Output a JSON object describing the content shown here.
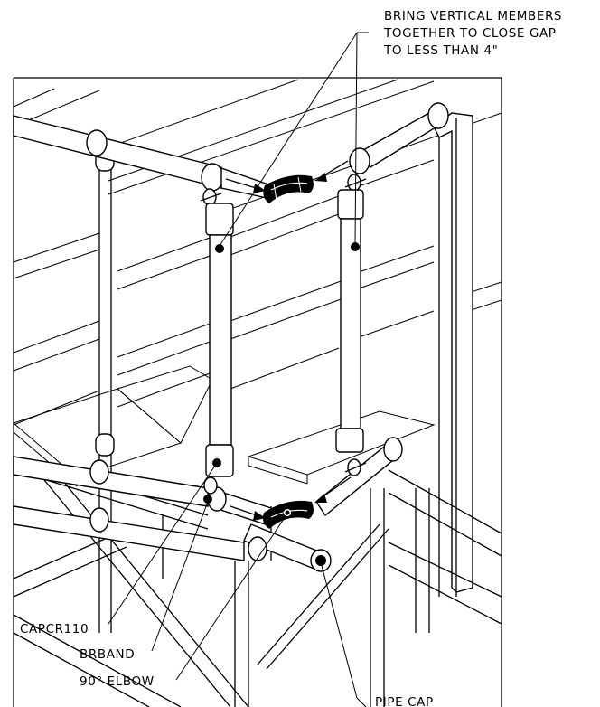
{
  "callouts": {
    "note_line1": "BRING VERTICAL MEMBERS",
    "note_line2": "TOGETHER TO CLOSE GAP",
    "note_line3": "TO LESS THAN 4\"",
    "capcr": "CAPCR110",
    "brband": "BRBAND",
    "elbow": "90° ELBOW",
    "pipe_cap": "PIPE CAP"
  },
  "colors": {
    "line": "#000000",
    "background": "#ffffff"
  }
}
